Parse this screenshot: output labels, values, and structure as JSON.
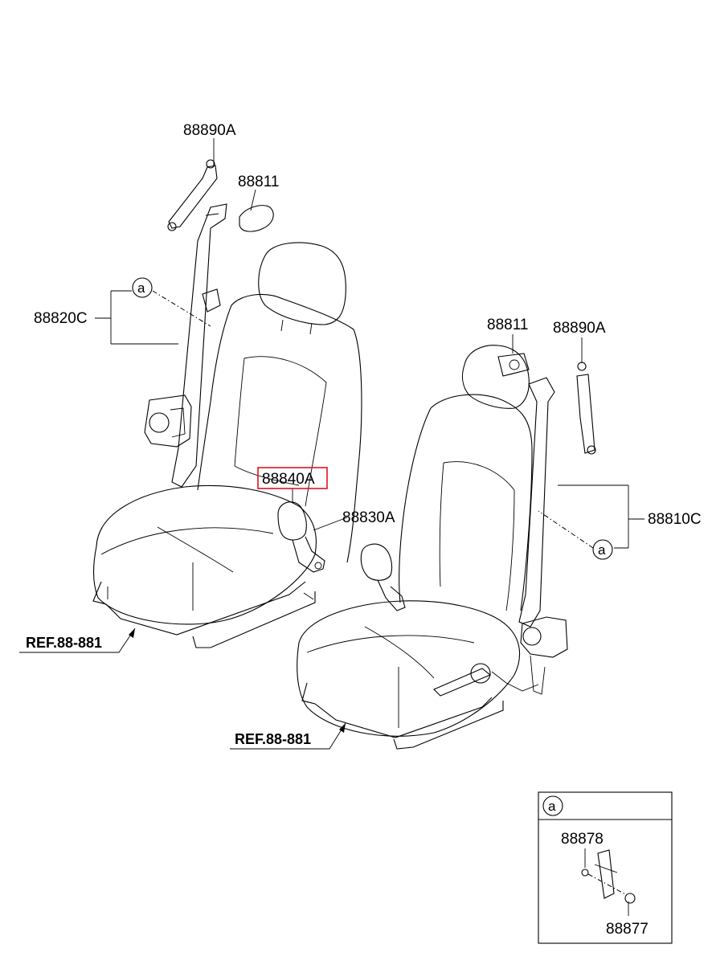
{
  "labels": {
    "top_left_adjuster": "88890A",
    "top_left_cover": "88811",
    "left_belt_assy": "88820C",
    "left_buckle_highlighted": "88840A",
    "right_buckle": "88830A",
    "right_cover": "88811",
    "right_adjuster": "88890A",
    "right_belt_assy": "88810C",
    "ref_left": "REF.88-881",
    "ref_right": "REF.88-881"
  },
  "callout_marker": "a",
  "detail_box": {
    "marker": "a",
    "part_top": "88878",
    "part_bottom": "88877"
  },
  "colors": {
    "line": "#000000",
    "highlight": "#e0141e",
    "background": "#ffffff"
  }
}
